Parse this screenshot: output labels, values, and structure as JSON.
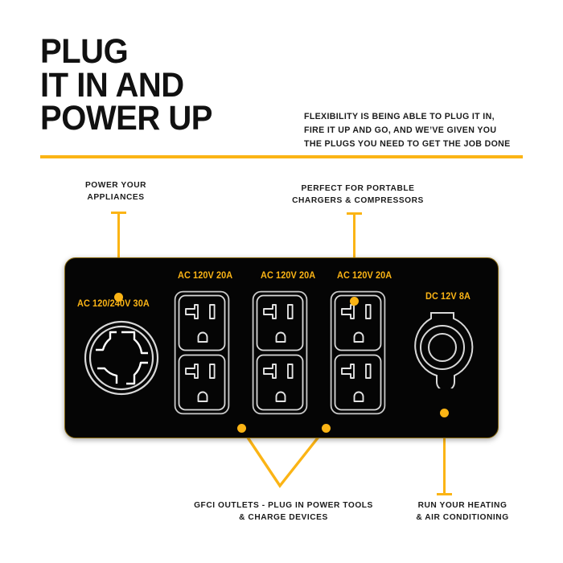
{
  "headline": {
    "lines": [
      "Plug",
      "It In and",
      "Power Up"
    ]
  },
  "bodycopy": {
    "lines": [
      "Flexibility is being able to plug it in,",
      "fire it up and go, and we’ve given you",
      "the plugs you need to get the job done"
    ]
  },
  "colors": {
    "accent": "#FBB415",
    "panel_bg": "#050505",
    "panel_border": "#8a6a10",
    "text": "#1b1b1b",
    "outlet_stroke": "#d8d8d8"
  },
  "callouts": {
    "appliances": {
      "lines": [
        "Power Your",
        "Appliances"
      ]
    },
    "chargers": {
      "lines": [
        "Perfect for Portable",
        "Chargers & Compressors"
      ]
    },
    "gfci": {
      "lines": [
        "GFCI Outlets - Plug in Power Tools",
        "& Charge Devices"
      ]
    },
    "hvac": {
      "lines": [
        "Run Your Heating",
        "& Air Conditioning"
      ]
    }
  },
  "panel": {
    "outlets": [
      {
        "id": "twist-lock",
        "label": "AC 120/240V 30A",
        "type": "nema-l14-30r-twist-lock"
      },
      {
        "id": "ac-duplex-1",
        "label": "AC 120V 20A",
        "type": "nema-5-20r-duplex"
      },
      {
        "id": "ac-duplex-2",
        "label": "AC 120V 20A",
        "type": "nema-5-20r-duplex"
      },
      {
        "id": "ac-duplex-3",
        "label": "AC 120V 20A",
        "type": "nema-5-20r-duplex"
      },
      {
        "id": "dc-socket",
        "label": "DC 12V  8A",
        "type": "dc-12v-cigarette-socket"
      }
    ]
  }
}
